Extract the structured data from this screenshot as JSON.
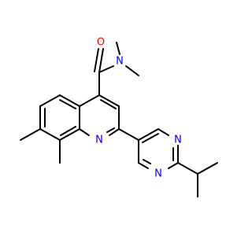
{
  "molecule": {
    "colors": {
      "bond": "#000000",
      "nitrogen": "#0000ff",
      "oxygen": "#ff0000",
      "background": "#ffffff"
    },
    "atoms": {
      "O": "O",
      "N_amide": "N",
      "N_quinoline": "N",
      "N_pyrimidine_top": "N",
      "N_pyrimidine_bottom": "N"
    }
  }
}
